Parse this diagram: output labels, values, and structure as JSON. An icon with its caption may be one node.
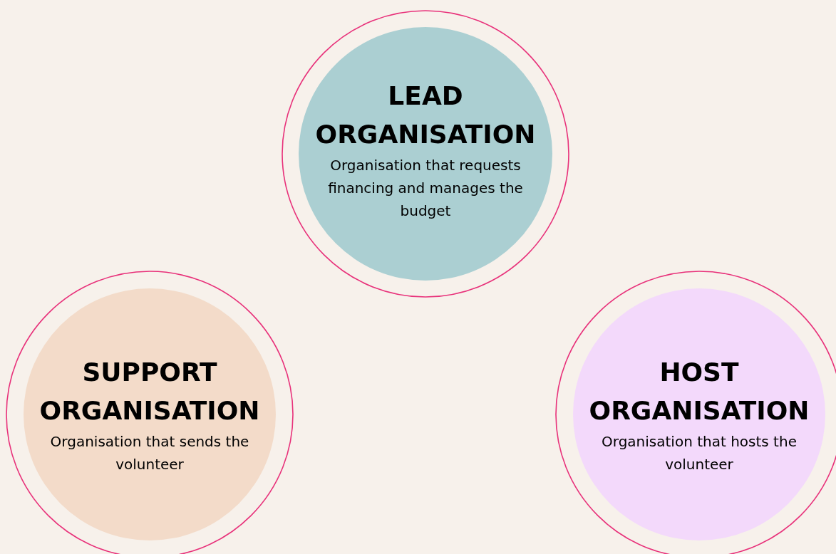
{
  "diagram": {
    "nodes": [
      {
        "text": [
          "LEAD ORGANISATION",
          "Organisation that requests financing and manages the budget"
        ]
      },
      {
        "text": [
          "SUPPORT ORGANISATION",
          "Organisation that sends the volunteer"
        ]
      },
      {
        "text": [
          "HOST ORGANISATION",
          "Organisation that hosts the volunteer"
        ]
      }
    ]
  }
}
